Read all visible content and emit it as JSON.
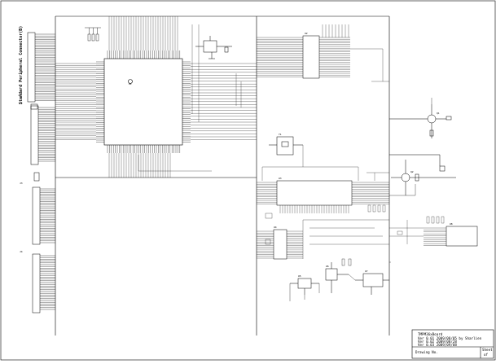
{
  "title_block": {
    "project": "TMPM36xBoard",
    "revisions": [
      "Ver 0.01 2009/08/05 by Sharlien",
      "Ver 0.02 2009/08/28",
      "Ver 0.03 2009/09/08"
    ],
    "drawing_no_label": "Drawing No.",
    "sheet_label": "Sheet",
    "sheet_of": "of"
  },
  "connectors": {
    "left_vertical_label": "Standard Peripheral Connector(B)",
    "j1_ref": "J1",
    "j2_ref": "J2",
    "j3_ref": "J3",
    "j4_ref": "J4"
  },
  "parts": {
    "mcu_ref": "U1",
    "dram_ref": "U2",
    "eth_phy_ref": "U3",
    "uart_ref": "U4",
    "osc_ref": "Y1",
    "reg1_ref": "U5",
    "reg2_ref": "U6",
    "reg3_ref": "U7",
    "usb_ref": "U8",
    "q1_ref": "Q1",
    "q2_ref": "Q2"
  },
  "colors": {
    "line": "#000000",
    "paper": "#ffffff"
  }
}
